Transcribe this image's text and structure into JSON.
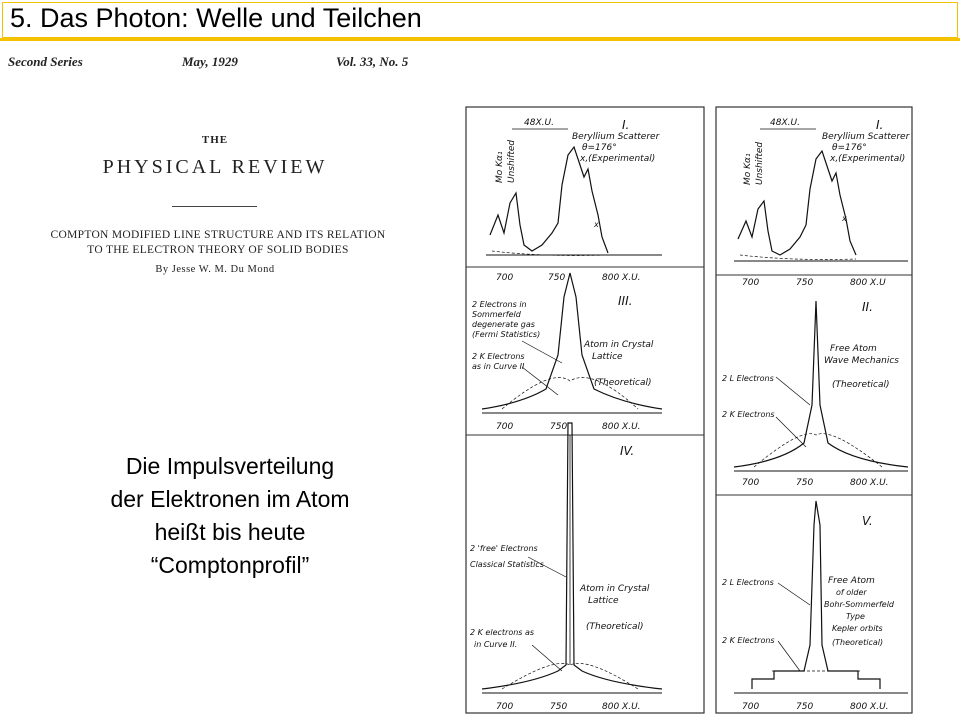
{
  "header": {
    "title": "5. Das Photon: Welle und Teilchen"
  },
  "journal": {
    "series": "Second Series",
    "date": "May, 1929",
    "volume": "Vol. 33, No. 5",
    "the": "THE",
    "name": "PHYSICAL REVIEW",
    "article_line1": "COMPTON MODIFIED LINE STRUCTURE AND ITS RELATION",
    "article_line2": "TO THE ELECTRON THEORY OF SOLID BODIES",
    "author": "By Jesse W. M. Du Mond"
  },
  "caption": {
    "line1": "Die Impulsverteilung",
    "line2": "der Elektronen im Atom",
    "line3": "heißt bis heute",
    "line4": "“Comptonprofil”"
  },
  "figure_left": {
    "panel1": {
      "numeral": "I.",
      "span": "48X.U.",
      "line_label": "Mo Kα₁",
      "line_label2": "Unshifted",
      "scatter1": "Beryllium Scatterer",
      "scatter2": "θ=176°",
      "scatter3": "x,(Experimental)",
      "xk": "x",
      "ticks": [
        "700",
        "750",
        "800 X.U."
      ]
    },
    "panel2": {
      "numeral": "III.",
      "notes": [
        "2 Electrons in",
        "Sommerfeld",
        "degenerate gas",
        "(Fermi Statistics)"
      ],
      "knote": [
        "2 K Electrons",
        "as in Curve II"
      ],
      "label": [
        "Atom in Crystal",
        "Lattice",
        "(Theoretical)"
      ],
      "ticks": [
        "700",
        "750",
        "800 X.U."
      ]
    },
    "panel3": {
      "numeral": "IV.",
      "notes": [
        "2 'free' Electrons",
        "Classical Statistics"
      ],
      "knote": [
        "2 K electrons as",
        "in Curve II."
      ],
      "label": [
        "Atom in Crystal",
        "Lattice",
        "(Theoretical)"
      ],
      "ticks": [
        "700",
        "750",
        "800 X.U."
      ]
    }
  },
  "figure_right": {
    "panel1": {
      "numeral": "I.",
      "span": "48X.U.",
      "line_label": "Mo Kα₁",
      "line_label2": "Unshifted",
      "scatter1": "Beryllium Scatterer",
      "scatter2": "θ=176°",
      "scatter3": "x,(Experimental)",
      "xk": "x",
      "ticks": [
        "700",
        "750",
        "800 X.U"
      ]
    },
    "panel2": {
      "numeral": "II.",
      "lnote": "2 L Electrons",
      "knote": "2 K Electrons",
      "label": [
        "Free Atom",
        "Wave Mechanics",
        "(Theoretical)"
      ],
      "ticks": [
        "700",
        "750",
        "800 X.U."
      ]
    },
    "panel3": {
      "numeral": "V.",
      "lnote": "2 L Electrons",
      "knote": "2 K Electrons",
      "label": [
        "Free Atom",
        "of older",
        "Bohr-Sommerfeld",
        "Type",
        "Kepler orbits",
        "(Theoretical)"
      ],
      "ticks": [
        "700",
        "750",
        "800 X.U."
      ]
    }
  }
}
